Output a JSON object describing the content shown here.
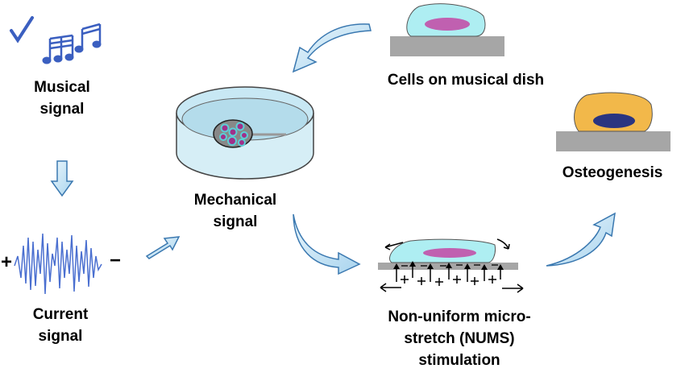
{
  "labels": {
    "musical_signal": [
      "Musical",
      "signal"
    ],
    "current_signal": [
      "Current",
      "signal"
    ],
    "mechanical_signal": [
      "Mechanical",
      "signal"
    ],
    "cells_on_dish": "Cells on musical dish",
    "osteogenesis": "Osteogenesis",
    "nums": [
      "Non-uniform micro-",
      "stretch (NUMS)",
      "stimulation"
    ]
  },
  "signs": {
    "plus": "+",
    "minus": "−"
  },
  "colors": {
    "arrow_fill": "#c5e4f5",
    "arrow_stroke": "#3a78b0",
    "cell_body": "#aeeef2",
    "nucleus": "#c060b0",
    "osteo_cell": "#f2b84a",
    "osteo_nucleus": "#2a3580",
    "substrate": "#a6a6a6",
    "wave": "#4a6fd0",
    "notes": "#3b5fc0"
  }
}
